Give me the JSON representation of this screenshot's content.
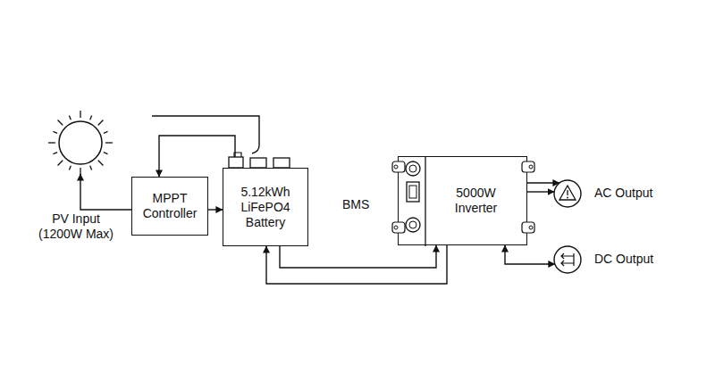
{
  "diagram": {
    "nodes": [
      {
        "text": [
          "PV Input (1200W Max)"
        ]
      },
      {
        "text": [
          "MPPT Controller"
        ]
      },
      {
        "text": [
          "5.12kWh LiFePO4 Battery"
        ]
      },
      {
        "text": [
          "5000W Inverter"
        ]
      },
      {
        "text": [
          "AC Output"
        ]
      },
      {
        "text": [
          "DC Output"
        ]
      }
    ],
    "edges": [
      {
        "from": 1,
        "to": 0,
        "arrow": "to"
      },
      {
        "from": 1,
        "to": 2,
        "arrow": "to"
      },
      {
        "from": 2,
        "to": 1,
        "arrow": "to"
      },
      {
        "from": 2,
        "to": 3,
        "arrow": "to"
      },
      {
        "from": 3,
        "to": 2,
        "arrow": "to"
      },
      {
        "from": 3,
        "to": 4,
        "arrow": "to"
      },
      {
        "from": 3,
        "to": 4,
        "arrow": "to"
      },
      {
        "from": 3,
        "to": 5,
        "arrow": "both"
      }
    ],
    "labels": [
      "BMS"
    ]
  }
}
